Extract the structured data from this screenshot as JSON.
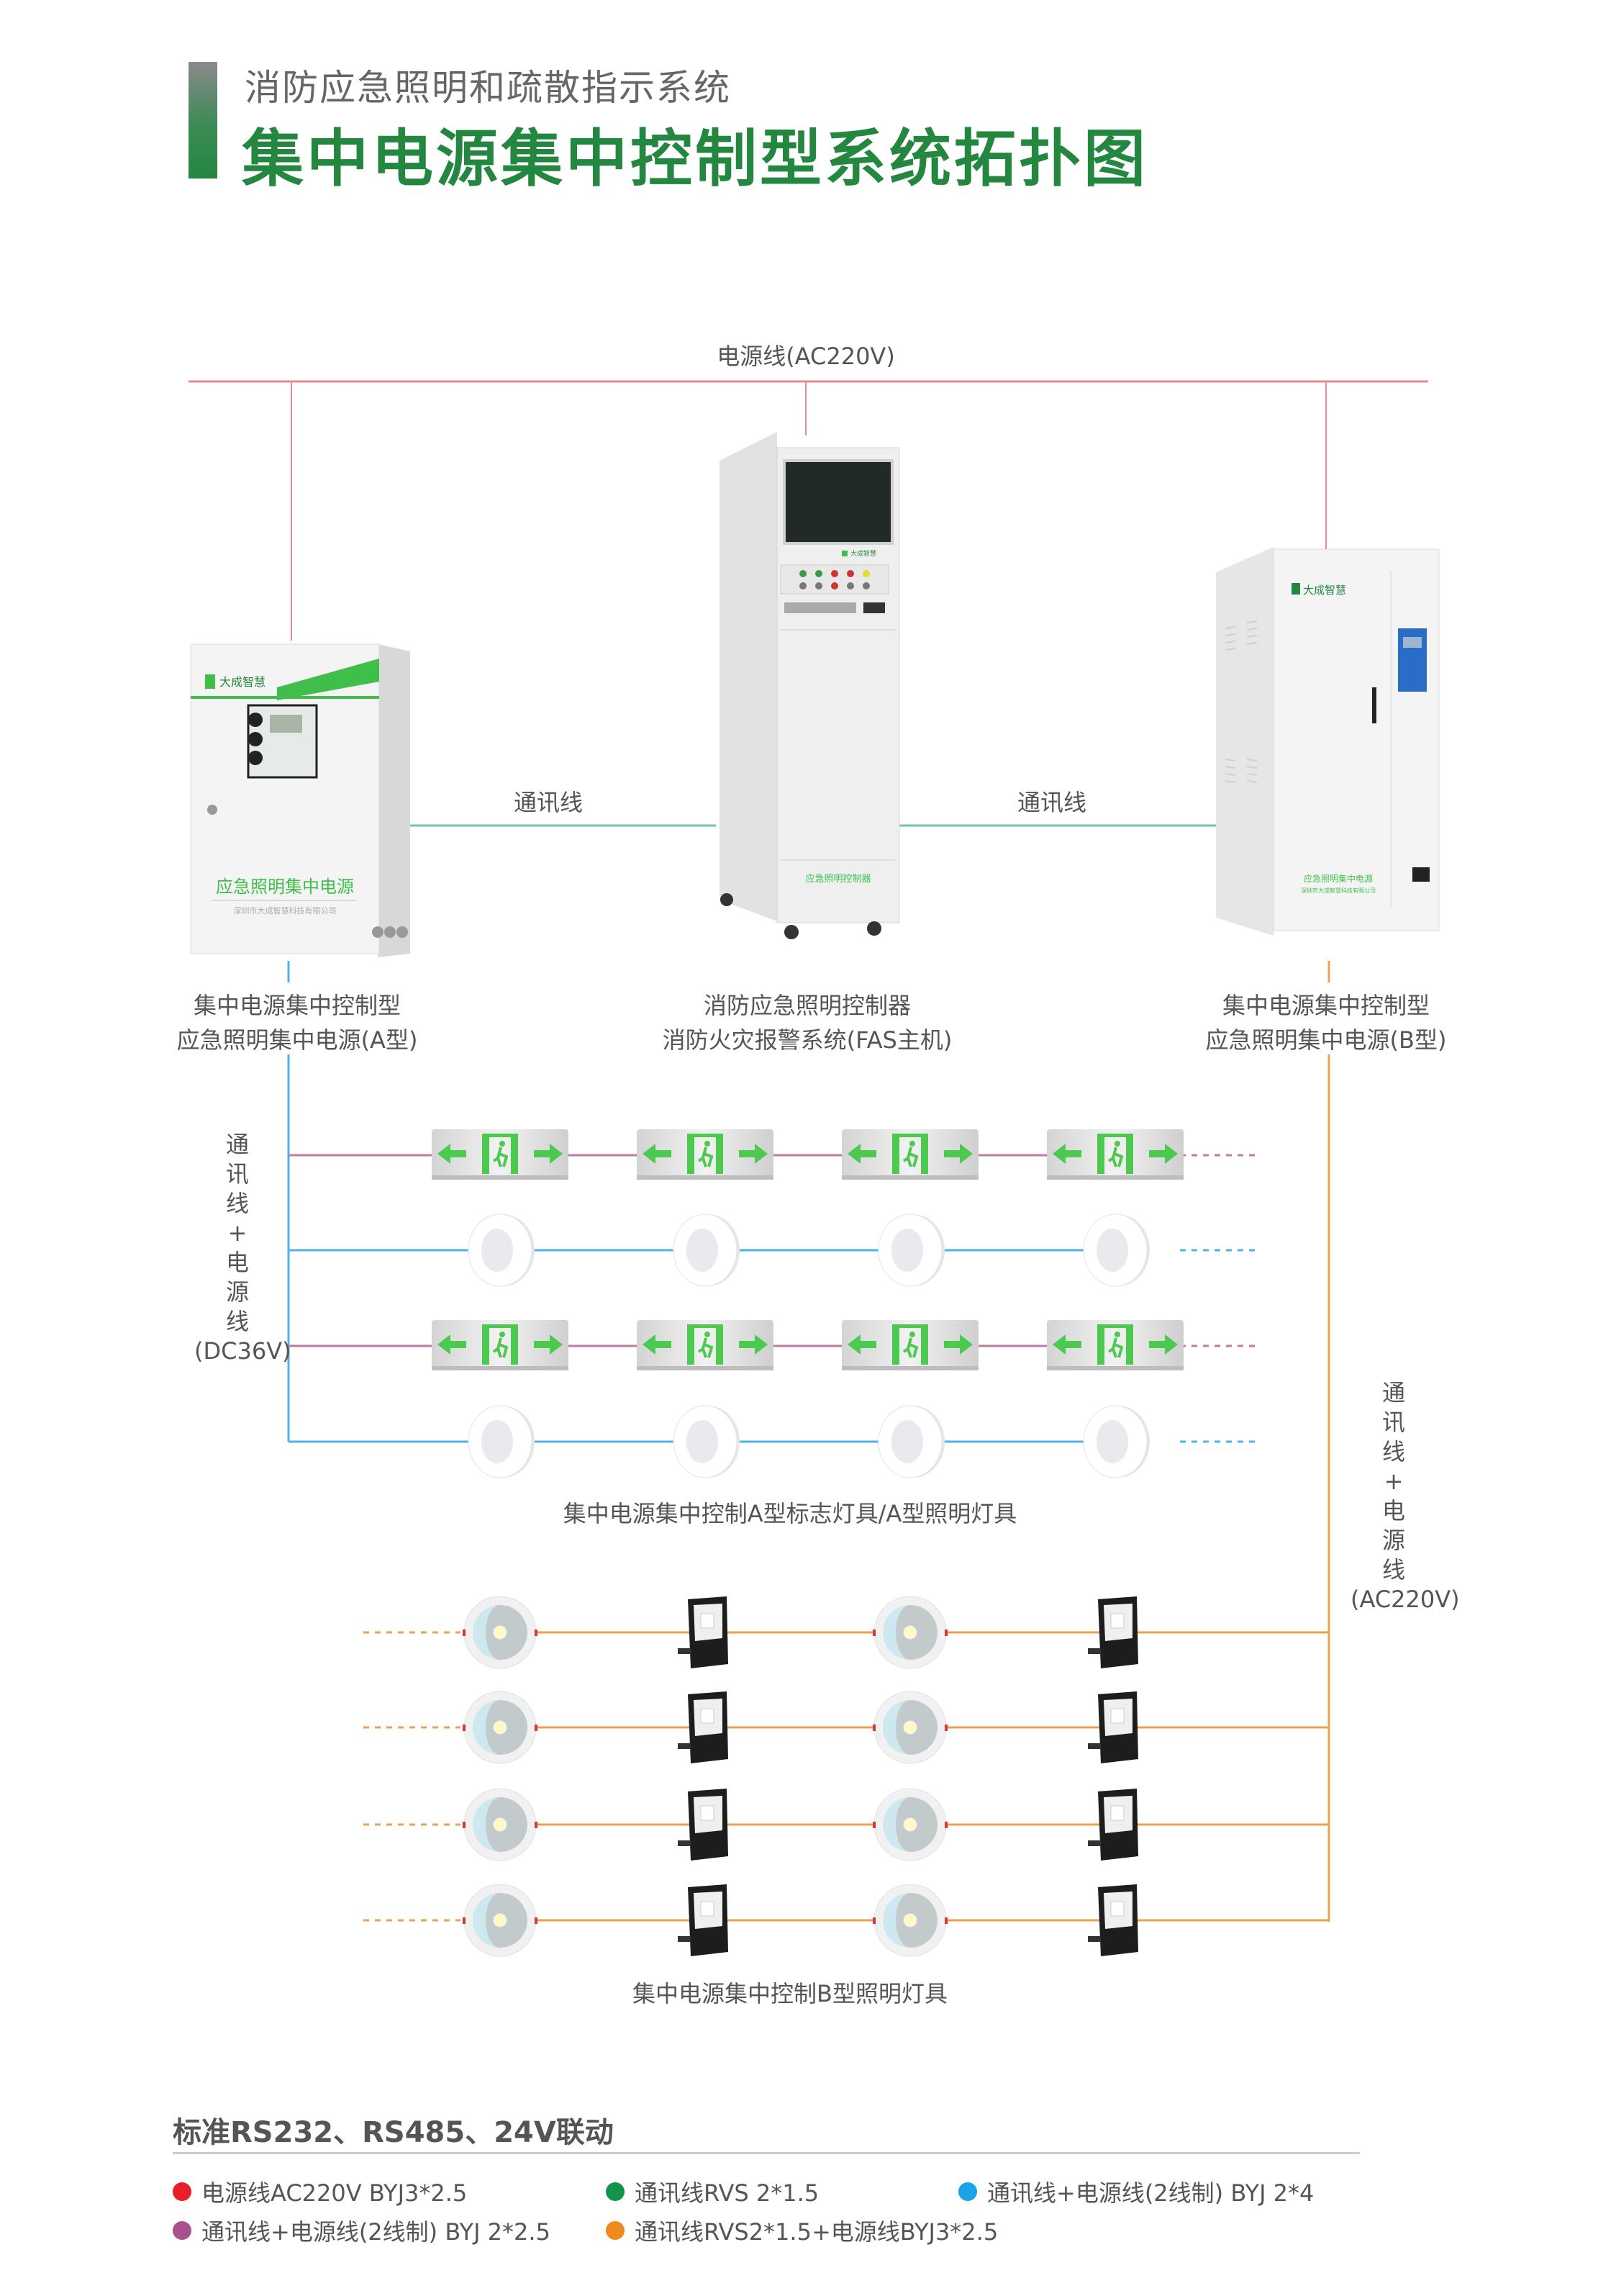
{
  "header": {
    "subtitle": "消防应急照明和疏散指示系统",
    "title": "集中电源集中控制型系统拓扑图"
  },
  "wires": {
    "power_line_label": "电源线(AC220V)",
    "comm_line_label_left": "通讯线",
    "comm_line_label_right": "通讯线",
    "left_vertical_label": [
      "通",
      "讯",
      "线",
      "+",
      "电",
      "源",
      "线",
      "(DC36V)"
    ],
    "right_vertical_label": [
      "通",
      "讯",
      "线",
      "+",
      "电",
      "源",
      "线",
      "(AC220V)"
    ]
  },
  "devices": {
    "power_a": {
      "line1": "集中电源集中控制型",
      "line2": "应急照明集中电源(A型)",
      "brand": "大成智慧",
      "panel_title": "应急照明集中电源",
      "company": "深圳市大成智慧科技有限公司"
    },
    "controller": {
      "line1": "消防应急照明控制器",
      "line2": "消防火灾报警系统(FAS主机)",
      "brand": "大成智慧",
      "panel_title": "应急照明控制器"
    },
    "power_b": {
      "line1": "集中电源集中控制型",
      "line2": "应急照明集中电源(B型)",
      "brand": "大成智慧",
      "panel_title": "应急照明集中电源",
      "company": "深圳市大成智慧科技有限公司"
    }
  },
  "fixtures": {
    "a_caption": "集中电源集中控制A型标志灯具/A型照明灯具",
    "a_rows": [
      "exit-sign",
      "round-light",
      "exit-sign",
      "round-light"
    ],
    "a_per_row": 4,
    "b_caption": "集中电源集中控制B型照明灯具",
    "b_rows": 4,
    "b_pattern": [
      "downlight",
      "floodlight",
      "downlight",
      "floodlight"
    ]
  },
  "footer": {
    "heading": "标准RS232、RS485、24V联动",
    "legend": [
      {
        "label": "电源线AC220V BYJ3*2.5",
        "color": "#e61e2a"
      },
      {
        "label": "通讯线RVS 2*1.5",
        "color": "#12954a"
      },
      {
        "label": "通讯线+电源线(2线制) BYJ 2*4",
        "color": "#1aa3e8"
      },
      {
        "label": "通讯线+电源线(2线制) BYJ 2*2.5",
        "color": "#a9508f"
      },
      {
        "label": "通讯线RVS2*1.5+电源线BYJ3*2.5",
        "color": "#f08a1c"
      }
    ]
  },
  "colors": {
    "power": "#e58a96",
    "comm": "#6cc9a4",
    "dc_blue": "#4db3e6",
    "purple": "#c27aa0",
    "orange": "#eaa24f",
    "brand_green": "#23873f",
    "sign_green": "#4cc94f"
  }
}
